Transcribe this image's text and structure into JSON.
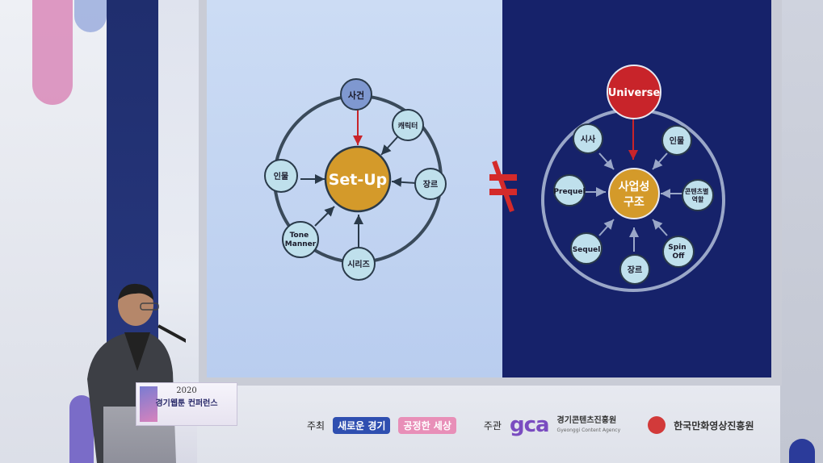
{
  "slide_left": {
    "center": "Set-Up",
    "nodes": [
      "사건",
      "캐릭터",
      "장르",
      "시리즈",
      "Tone\nManner",
      "인물"
    ]
  },
  "not_equal_symbol": "≠",
  "slide_right": {
    "top": "Universe",
    "center_line1": "사업성",
    "center_line2": "구조",
    "nodes": [
      "시사",
      "인물",
      "콘텐츠별\n역할",
      "Spin\nOff",
      "장르",
      "Sequel",
      "Prequel"
    ]
  },
  "podium": {
    "year": "2020",
    "title": "경기웹툰 컨퍼런스"
  },
  "sponsors": {
    "host_label": "주최",
    "host_tag1": "새로운 경기",
    "host_tag2": "공정한 세상",
    "organizer_label": "주관",
    "gca_logo": "gca",
    "gca_name": "경기콘텐츠진흥원",
    "gca_sub": "Gyeonggi Content Agency",
    "kmbl_name": "한국만화영상진흥원"
  },
  "colors": {
    "center_fill": "#d49a2a",
    "node_fill": "#bfe0ec",
    "node_stroke": "#2a3a4a",
    "universe_fill": "#c8242a",
    "left_bg": "#c6d8f2",
    "right_bg": "#16226a",
    "neq_color": "#d42a2a"
  }
}
